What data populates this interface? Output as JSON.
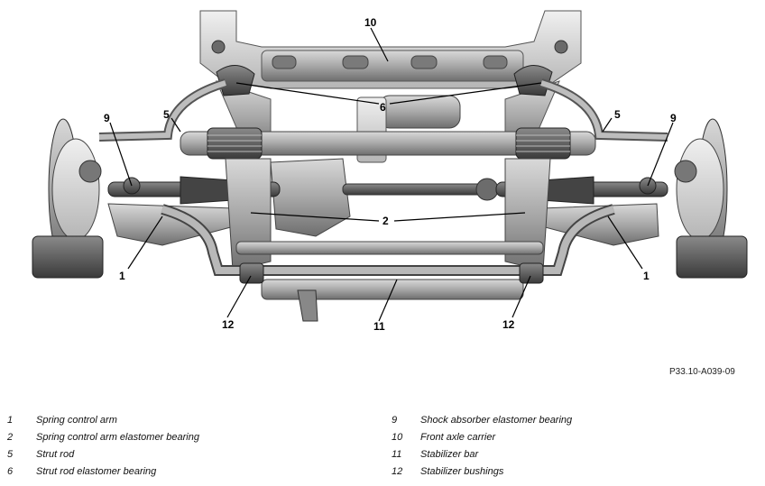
{
  "diagram": {
    "reference_code": "P33.10-A039-09",
    "callouts": [
      {
        "id": "c10",
        "label": "10"
      },
      {
        "id": "c6",
        "label": "6"
      },
      {
        "id": "c5l",
        "label": "5"
      },
      {
        "id": "c5r",
        "label": "5"
      },
      {
        "id": "c9l",
        "label": "9"
      },
      {
        "id": "c9r",
        "label": "9"
      },
      {
        "id": "c2",
        "label": "2"
      },
      {
        "id": "c1l",
        "label": "1"
      },
      {
        "id": "c1r",
        "label": "1"
      },
      {
        "id": "c12l",
        "label": "12"
      },
      {
        "id": "c11",
        "label": "11"
      },
      {
        "id": "c12r",
        "label": "12"
      }
    ]
  },
  "legend": [
    {
      "number": "1",
      "label": "Spring control arm"
    },
    {
      "number": "2",
      "label": "Spring control arm elastomer bearing"
    },
    {
      "number": "5",
      "label": "Strut rod"
    },
    {
      "number": "6",
      "label": "Strut rod elastomer bearing"
    },
    {
      "number": "9",
      "label": "Shock absorber elastomer bearing"
    },
    {
      "number": "10",
      "label": "Front axle carrier"
    },
    {
      "number": "11",
      "label": "Stabilizer bar"
    },
    {
      "number": "12",
      "label": "Stabilizer bushings"
    }
  ]
}
